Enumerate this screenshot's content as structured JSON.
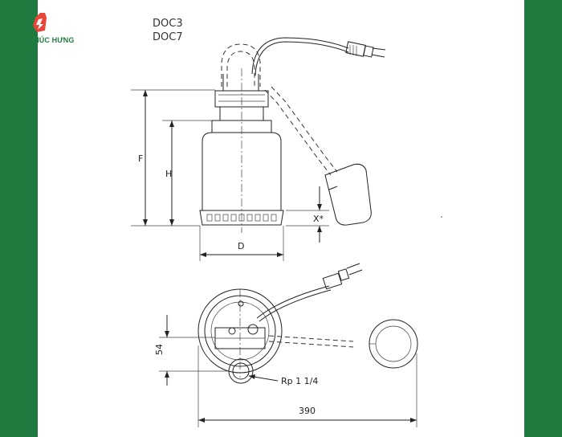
{
  "brand": {
    "name": "THIÊN PHÚC HƯNG",
    "accent_color": "#1f7a3f",
    "logo_color": "#e8463a"
  },
  "models": [
    "DOC3",
    "DOC7"
  ],
  "dimensions": {
    "f": "F",
    "h": "H",
    "x": "X*",
    "d": "D",
    "height_54": "54",
    "width_390": "390",
    "thread": "Rp 1 1/4"
  }
}
